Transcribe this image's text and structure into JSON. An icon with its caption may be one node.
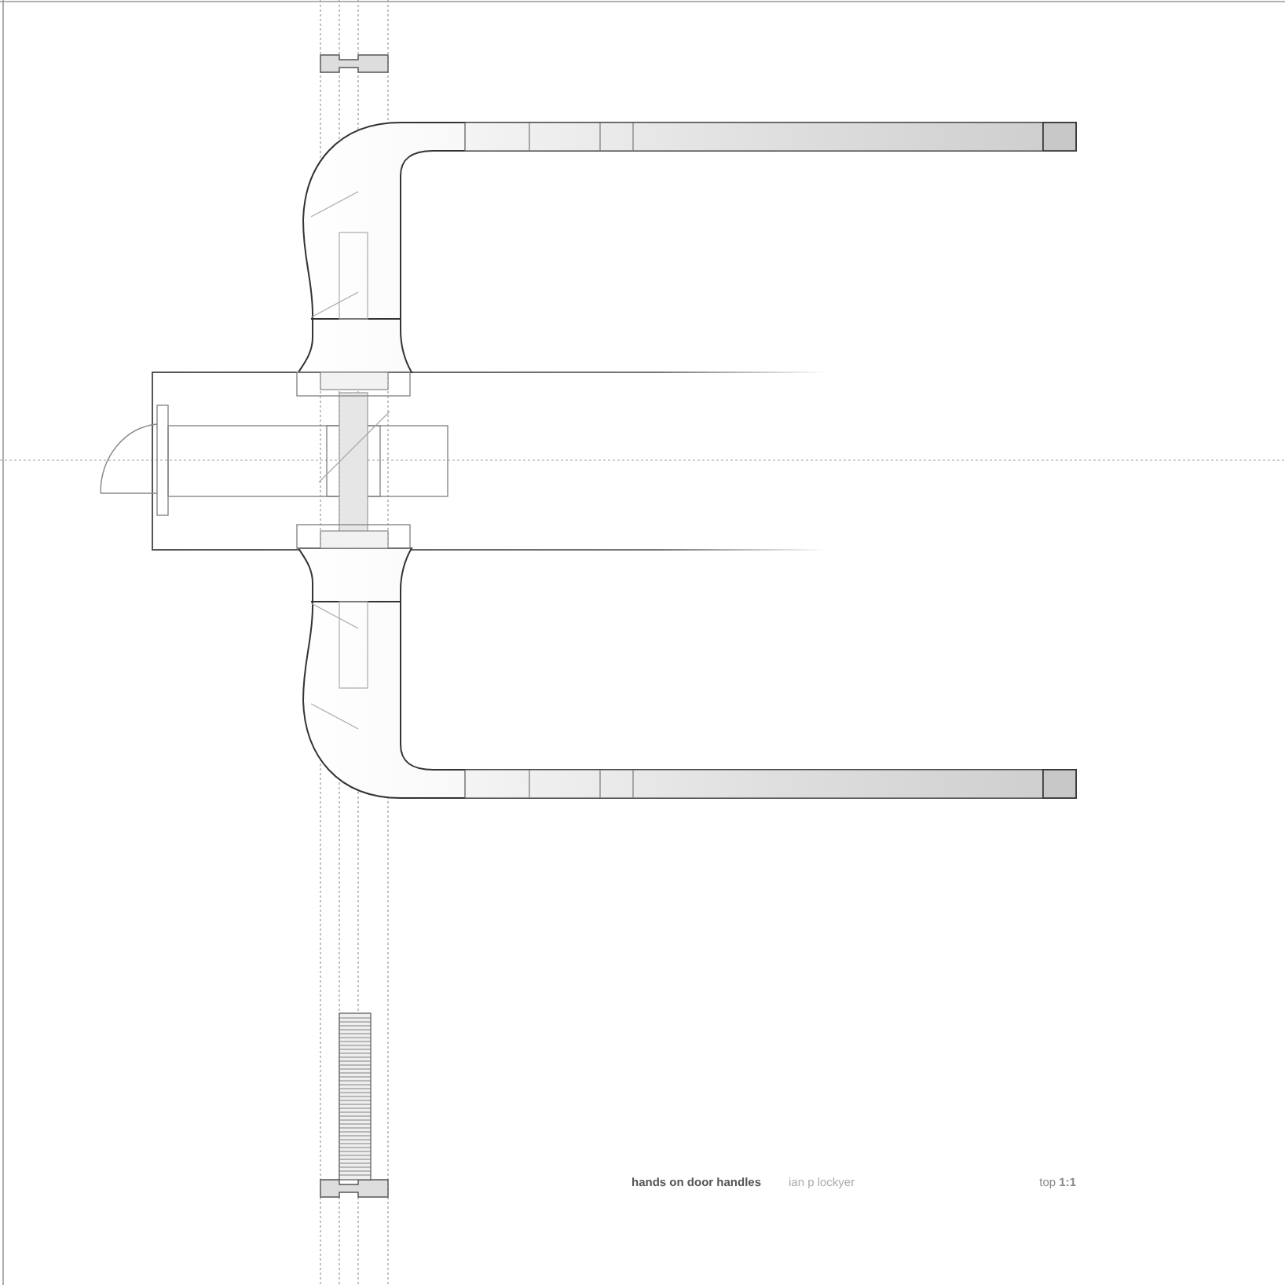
{
  "diagram": {
    "labels": [
      "hands on door handles",
      "ian p lockyer",
      "top **1:1**"
    ]
  }
}
